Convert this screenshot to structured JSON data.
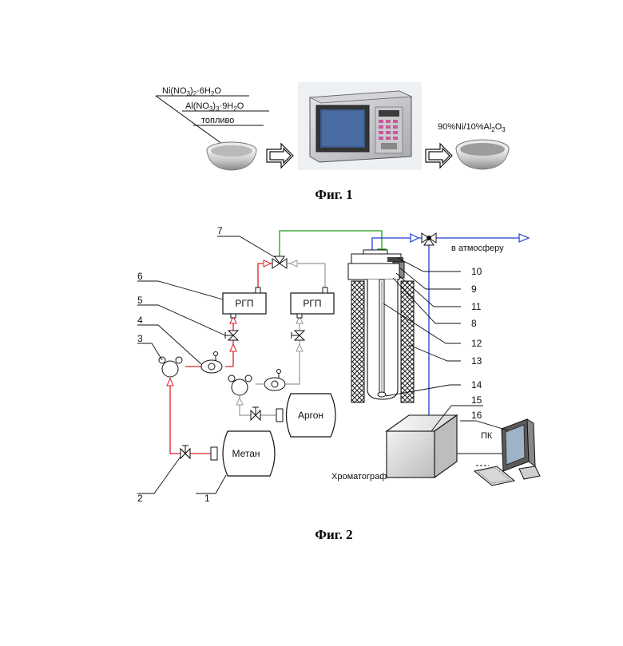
{
  "fig1": {
    "reagents": {
      "line1_a": "Ni(NO",
      "line1_sub1": "3",
      "line1_b": ")",
      "line1_sub2": "2",
      "line1_c": "·6H",
      "line1_sub3": "2",
      "line1_d": "O",
      "line2_a": "Al(NO",
      "line2_sub1": "3",
      "line2_b": ")",
      "line2_sub2": "3",
      "line2_c": "·9H",
      "line2_sub3": "2",
      "line2_d": "O",
      "line3": "топливо"
    },
    "product": {
      "a": "90%Ni/10%Al",
      "sub1": "2",
      "b": "O",
      "sub2": "3"
    },
    "caption": "Фиг. 1"
  },
  "fig2": {
    "methane": "Метан",
    "argon": "Аргон",
    "rgp": "РГП",
    "atmosphere": "в атмосферу",
    "chromatograph": "Хроматограф",
    "pc": "ПК",
    "numbers": [
      "1",
      "2",
      "3",
      "4",
      "5",
      "6",
      "7",
      "8",
      "9",
      "10",
      "11",
      "12",
      "13",
      "14",
      "15",
      "16"
    ],
    "caption": "Фиг. 2"
  },
  "colors": {
    "methane_line": "#e0202a",
    "argon_line": "#999999",
    "output_line": "#1a9e1a",
    "exhaust_line": "#1f3fd0"
  }
}
